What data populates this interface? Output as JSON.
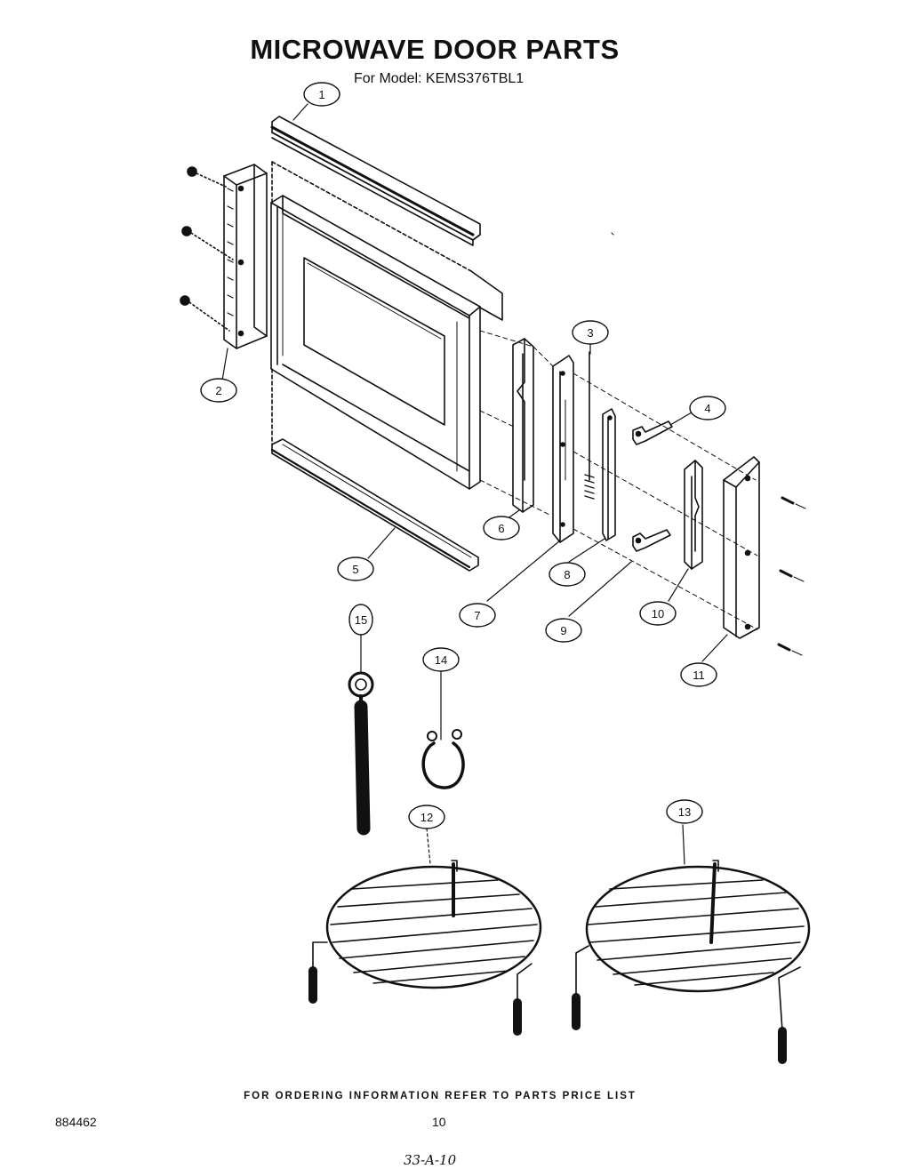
{
  "title": "MICROWAVE DOOR PARTS",
  "subtitle": "For Model: KEMS376TBL1",
  "footer": "FOR ORDERING INFORMATION REFER TO PARTS PRICE LIST",
  "doc_number": "884462",
  "page_number": "10",
  "handwritten_note": "33-A-10",
  "callouts": [
    "1",
    "2",
    "3",
    "4",
    "5",
    "6",
    "7",
    "8",
    "9",
    "10",
    "11",
    "12",
    "13",
    "14",
    "15"
  ]
}
